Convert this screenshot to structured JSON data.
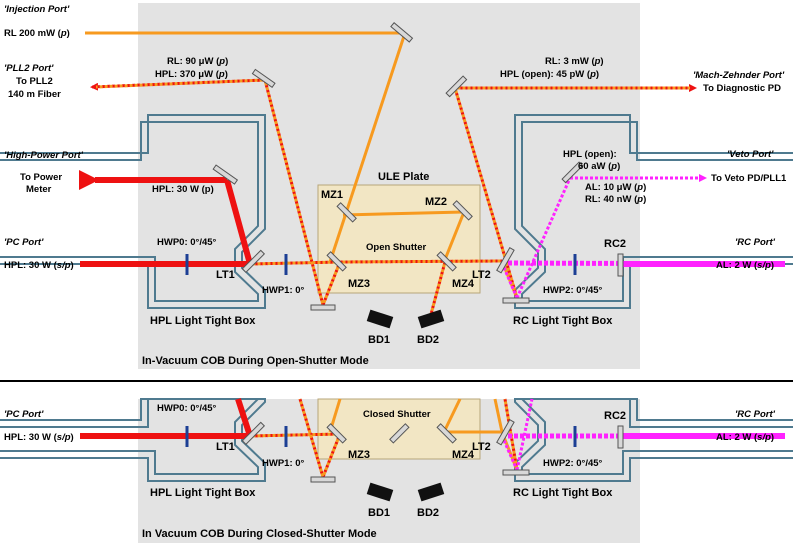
{
  "top": {
    "injection": {
      "name": "'Injection Port'",
      "power": "RL 200 mW (",
      "pol": "p",
      "close": ")"
    },
    "pll2": {
      "name": "'PLL2 Port'",
      "line1": "To PLL2",
      "line2": "140 m Fiber"
    },
    "highpower": {
      "name": "'High-Power Port'",
      "line1": "To Power",
      "line2": "Meter"
    },
    "pc": {
      "name": "'PC Port'",
      "power": "HPL: 30 W (",
      "pol": "s/p",
      "close": ")"
    },
    "mz_port": {
      "name": "'Mach-Zehnder Port'",
      "dest": "To Diagnostic PD"
    },
    "veto": {
      "name": "'Veto Port'",
      "dest": "To Veto PD/PLL1"
    },
    "rc": {
      "name": "'RC Port'",
      "power": "AL: 2 W (",
      "pol": "s/p",
      "close": ")"
    },
    "rl_pll": {
      "a": "RL: 90 μW (",
      "a_pol": "p",
      "a_close": ")",
      "b": "HPL: 370 μW (",
      "b_pol": "p",
      "b_close": ")"
    },
    "rl_mz": {
      "a": "RL: 3 mW (",
      "a_pol": "p",
      "a_close": ")",
      "b": "HPL (open): 45 pW (",
      "b_pol": "p",
      "b_close": ")"
    },
    "hpl30": "HPL: 30 W (p)",
    "veto_powers": {
      "l1": "HPL (open):",
      "l2": "60 aW (",
      "l2_pol": "p",
      "l2_close": ")",
      "l3": "AL: 10 μW (",
      "l3_pol": "p",
      "l3_close": ")",
      "l4": "RL: 40 nW (",
      "l4_pol": "p",
      "l4_close": ")"
    },
    "ule": "ULE Plate",
    "shutter": "Open Shutter",
    "mz1": "MZ1",
    "mz2": "MZ2",
    "mz3": "MZ3",
    "mz4": "MZ4",
    "lt1": "LT1",
    "lt2": "LT2",
    "rc2": "RC2",
    "hwp0": "HWP0: 0°/45°",
    "hwp1": "HWP1: 0°",
    "hwp2": "HWP2: 0°/45°",
    "bd1": "BD1",
    "bd2": "BD2",
    "hpl_box": "HPL Light Tight Box",
    "rc_box": "RC Light Tight Box",
    "caption": "In-Vacuum COB During Open-Shutter Mode"
  },
  "bottom": {
    "pc": {
      "name": "'PC Port'",
      "power": "HPL: 30 W (",
      "pol": "s/p",
      "close": ")"
    },
    "rc": {
      "name": "'RC Port'",
      "power": "AL: 2 W (",
      "pol": "s/p",
      "close": ")"
    },
    "shutter": "Closed Shutter",
    "mz3": "MZ3",
    "mz4": "MZ4",
    "lt1": "LT1",
    "lt2": "LT2",
    "rc2": "RC2",
    "hwp0": "HWP0: 0°/45°",
    "hwp1": "HWP1: 0°",
    "hwp2": "HWP2: 0°/45°",
    "bd1": "BD1",
    "bd2": "BD2",
    "hpl_box": "HPL Light Tight Box",
    "rc_box": "RC Light Tight Box",
    "caption": "In Vacuum COB During Closed-Shutter Mode"
  },
  "colors": {
    "cob": "#e3e3e3",
    "ule": "#f2e6c4",
    "box": "#4f7a8f",
    "hpl": "#ee1111",
    "rl": "#f79a1f",
    "al": "#ff22ff",
    "bd": "#111111",
    "hwp": "#1c3f94"
  }
}
